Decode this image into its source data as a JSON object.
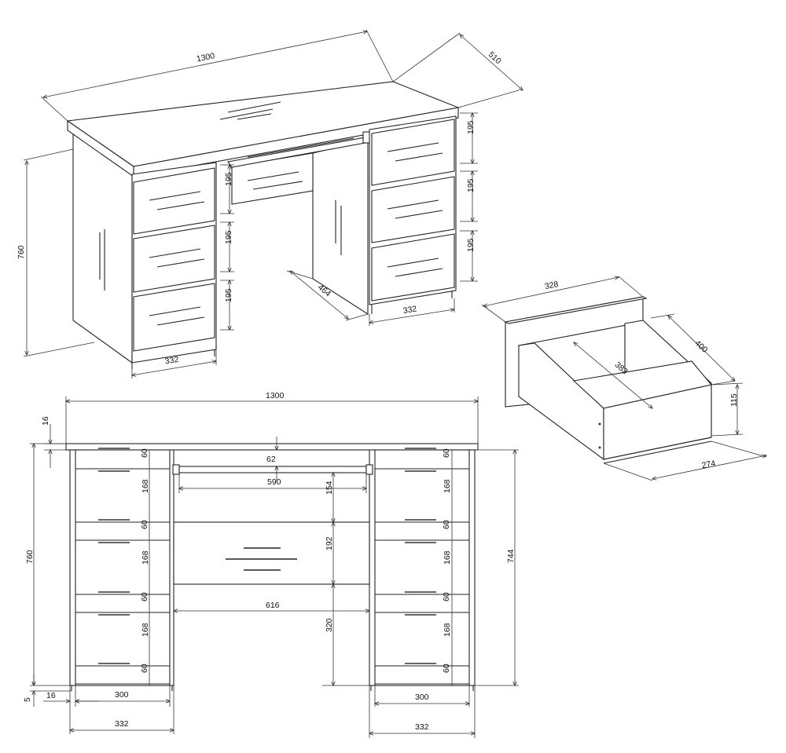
{
  "iso_view": {
    "width": "1300",
    "depth": "510",
    "height": "760",
    "leg_depth": "464",
    "pedestal_left": "332",
    "pedestal_right": "332",
    "drawer_left_1": "195",
    "drawer_left_2": "195",
    "drawer_left_3": "195",
    "drawer_right_1": "195",
    "drawer_right_2": "195",
    "drawer_right_3": "195"
  },
  "drawer_view": {
    "width": "328",
    "depth": "400",
    "diag": "383",
    "height": "115",
    "inner_width": "274"
  },
  "front_view": {
    "width": "1300",
    "top_thickness": "16",
    "height": "760",
    "right_height": "744",
    "gap_top": "62",
    "keyboard_width": "590",
    "gap_154": "154",
    "middle_panel": "192",
    "knee_width": "616",
    "knee_height": "320",
    "plinth": "5",
    "side_thickness": "16",
    "inner_left": "300",
    "inner_right": "300",
    "outer_left": "332",
    "outer_right": "332",
    "left_col": [
      "60",
      "168",
      "60",
      "168",
      "60",
      "168",
      "60"
    ],
    "right_col": [
      "60",
      "168",
      "60",
      "168",
      "60",
      "168",
      "60"
    ]
  }
}
